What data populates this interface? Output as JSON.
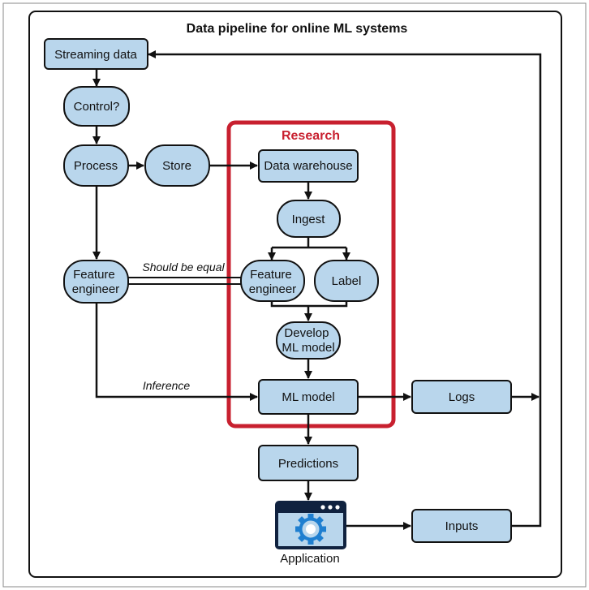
{
  "title": "Data pipeline for online ML systems",
  "research_label": "Research",
  "colors": {
    "node_fill": "#b9d6ec",
    "research_border": "#c8202f",
    "app_window": "#10223f",
    "gear": "#1f7fd0",
    "stroke": "#111111"
  },
  "nodes": {
    "streaming_data": "Streaming data",
    "control": "Control?",
    "process": "Process",
    "store": "Store",
    "data_warehouse": "Data warehouse",
    "ingest": "Ingest",
    "feature_engineer_left": [
      "Feature",
      "engineer"
    ],
    "feature_engineer_research": [
      "Feature",
      "engineer"
    ],
    "label": "Label",
    "develop_ml_model": [
      "Develop",
      "ML model"
    ],
    "ml_model": "ML model",
    "logs": "Logs",
    "predictions": "Predictions",
    "application": "Application",
    "inputs": "Inputs"
  },
  "annotations": {
    "should_be_equal": "Should be equal",
    "inference": "Inference"
  }
}
